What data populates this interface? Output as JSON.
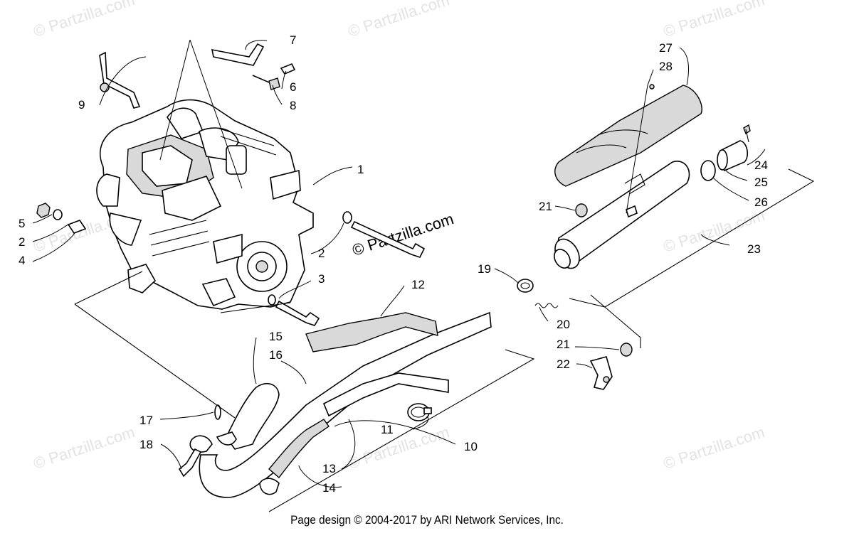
{
  "watermark_text": "© Partzilla.com",
  "footer_text": "Page design © 2004-2017 by ARI Network Services, Inc.",
  "callouts": {
    "c1": "1",
    "c2a": "2",
    "c2b": "2",
    "c3": "3",
    "c4": "4",
    "c5": "5",
    "c6": "6",
    "c7": "7",
    "c8": "8",
    "c9": "9",
    "c10": "10",
    "c11": "11",
    "c12": "12",
    "c13": "13",
    "c14": "14",
    "c15": "15",
    "c16": "16",
    "c17": "17",
    "c18": "18",
    "c19": "19",
    "c20": "20",
    "c21a": "21",
    "c21b": "21",
    "c22": "22",
    "c23": "23",
    "c24": "24",
    "c25": "25",
    "c26": "26",
    "c27": "27",
    "c28": "28"
  }
}
